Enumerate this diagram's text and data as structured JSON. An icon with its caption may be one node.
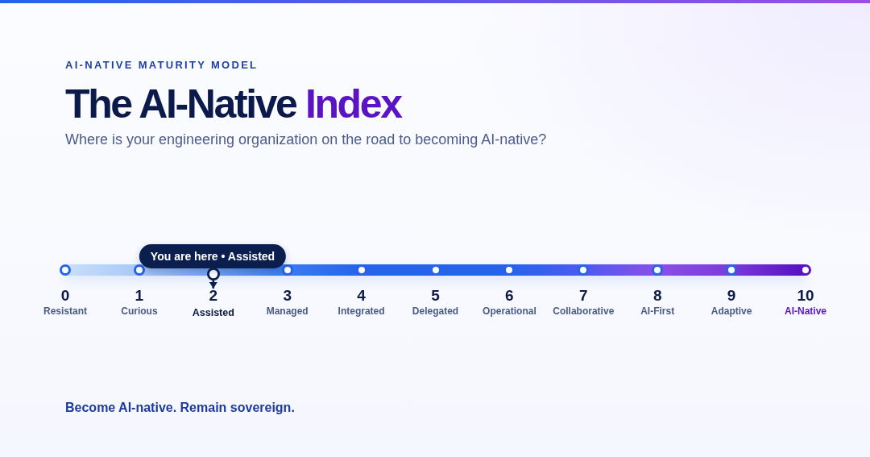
{
  "diagram": {
    "title": "The AI-Native Index",
    "nodes": [
      {
        "text": [
          "You are here • Assisted"
        ]
      },
      {
        "text": [
          "0",
          "Resistant"
        ]
      },
      {
        "text": [
          "1",
          "Curious"
        ]
      },
      {
        "text": [
          "2",
          "Assisted"
        ]
      },
      {
        "text": [
          "3",
          "Managed"
        ]
      },
      {
        "text": [
          "4",
          "Integrated"
        ]
      },
      {
        "text": [
          "5",
          "Delegated"
        ]
      },
      {
        "text": [
          "6",
          "Operational"
        ]
      },
      {
        "text": [
          "7",
          "Collaborative"
        ]
      },
      {
        "text": [
          "8",
          "AI-First"
        ]
      },
      {
        "text": [
          "9",
          "Adaptive"
        ]
      },
      {
        "text": [
          "10",
          "AI-Native"
        ]
      }
    ],
    "edges": [
      {
        "from": 0,
        "to": 3,
        "arrow": "to"
      }
    ],
    "labels": [
      "AI-NATIVE MATURITY MODEL",
      "Where is your engineering organization on the road to becoming AI-native?",
      "Become AI-native. Remain sovereign."
    ]
  }
}
